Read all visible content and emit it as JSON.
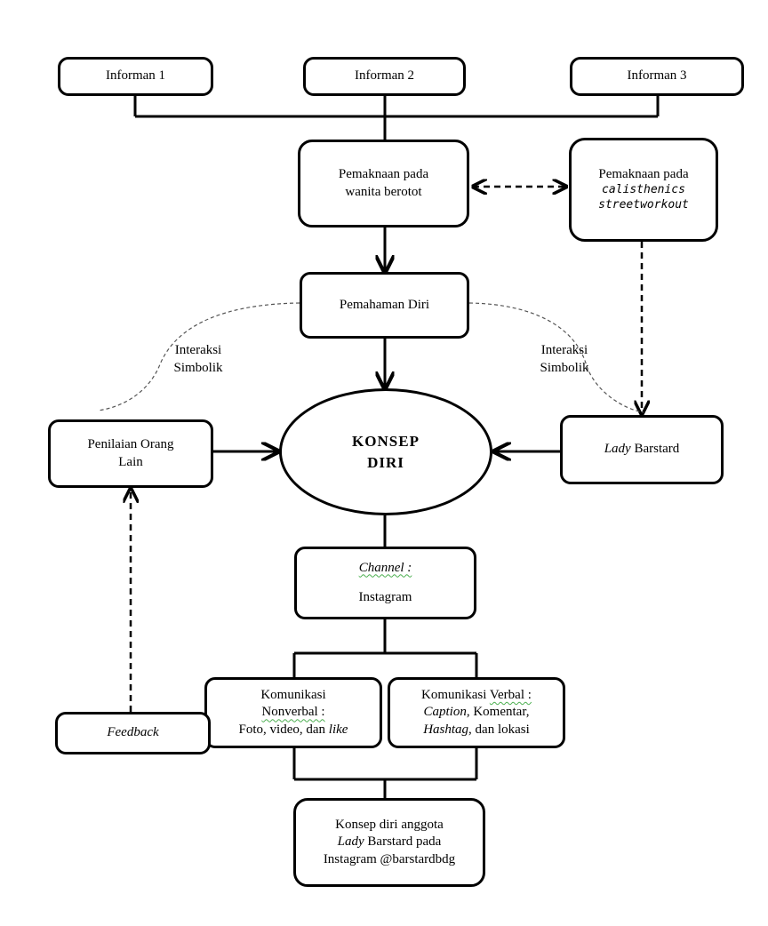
{
  "informan": [
    "Informan 1",
    "Informan 2",
    "Informan 3"
  ],
  "pemaknaan_wanita": [
    "Pemaknaan pada",
    "wanita berotot"
  ],
  "pemaknaan_calisthenics": {
    "line1": "Pemaknaan pada",
    "line2": "calisthenics",
    "line3": "streetworkout"
  },
  "pemahaman_diri": "Pemahaman Diri",
  "interaksi_left": [
    "Interaksi",
    "Simbolik"
  ],
  "interaksi_right": [
    "Interaksi",
    "Simbolik"
  ],
  "konsep_diri": [
    "KONSEP",
    "DIRI"
  ],
  "penilaian": [
    "Penilaian Orang",
    "Lain"
  ],
  "lady_barstard": {
    "italic": "Lady",
    "rest": " Barstard"
  },
  "channel": {
    "title": "Channel :",
    "value": "Instagram"
  },
  "nonverbal": {
    "line1": "Komunikasi",
    "line2": "Nonverbal :",
    "line3a": "Foto, video, dan ",
    "line3b": "like"
  },
  "verbal": {
    "line1a": "Komunikasi ",
    "line1b": "Verbal :",
    "line2a": "Caption",
    "line2b": ", Komentar,",
    "line3a": "Hashtag",
    "line3b": ", dan lokasi"
  },
  "feedback": "Feedback",
  "konsep_anggota": {
    "line1": "Konsep diri anggota",
    "line2a": "Lady",
    "line2b": " Barstard pada",
    "line3": "Instagram @barstardbdg"
  }
}
